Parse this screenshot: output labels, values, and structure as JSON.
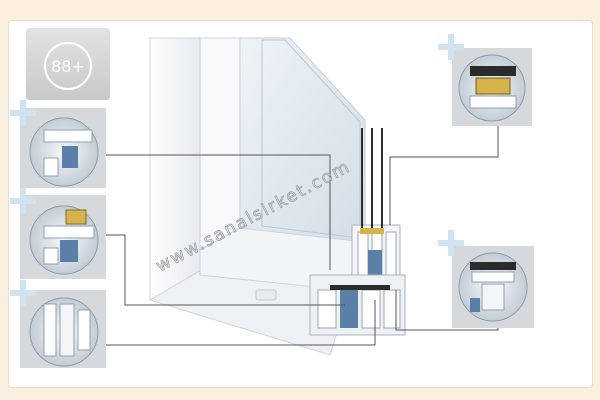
{
  "badge": {
    "label": "88+"
  },
  "watermark": {
    "text": "www.sanalsirket.com"
  },
  "colors": {
    "background": "#fbf0e0",
    "card": "#ffffff",
    "frame_white": "#f4f6f8",
    "glass": "#dde6ee",
    "gasket": "#2b2b2b",
    "reinforcement": "#5a7fa8",
    "plus": "#cfe3f0",
    "line": "#555555"
  },
  "details": [
    {
      "icon": "plus-icon",
      "part": "glass-seal-detail"
    },
    {
      "icon": "plus-icon",
      "part": "gasket-channel-detail"
    },
    {
      "icon": "plus-icon",
      "part": "steel-reinforcement-detail"
    },
    {
      "icon": "plus-icon",
      "part": "multi-chamber-detail"
    },
    {
      "icon": "plus-icon",
      "part": "bead-detail"
    }
  ]
}
